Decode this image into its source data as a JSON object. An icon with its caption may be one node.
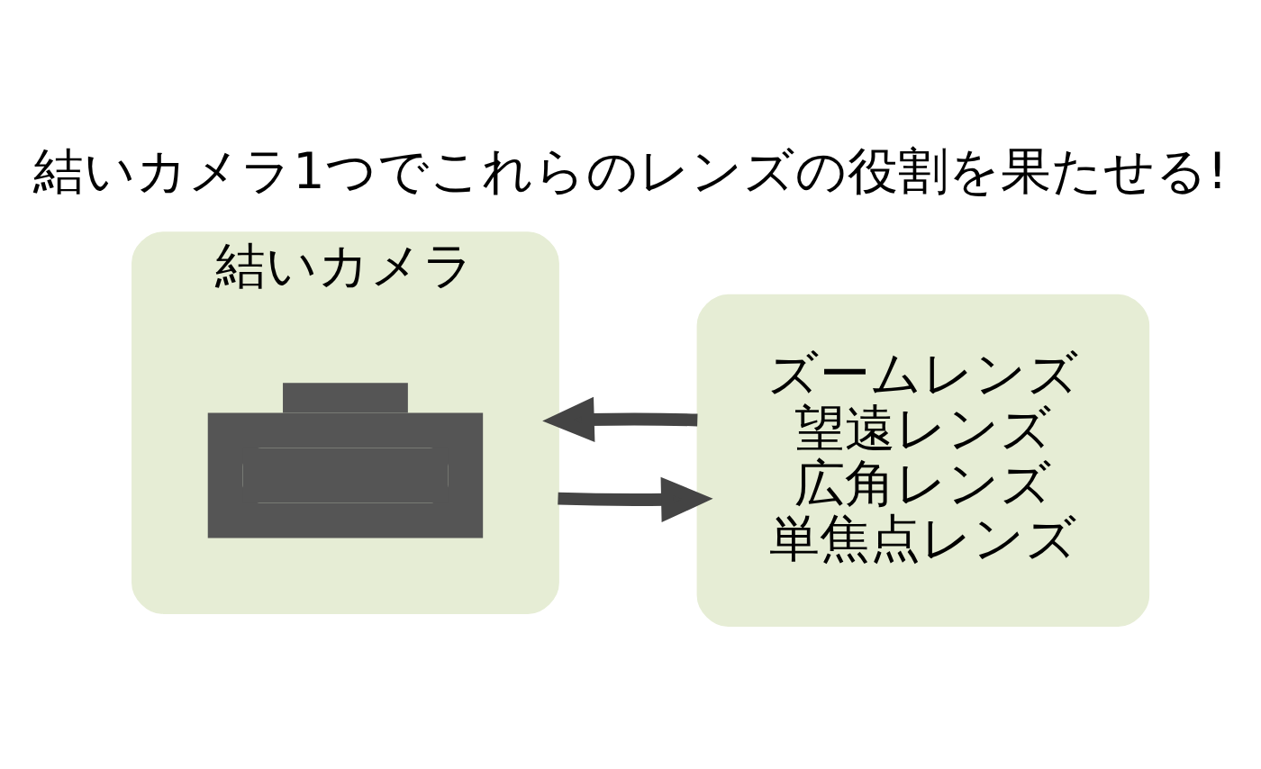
{
  "diagram": {
    "title": "結いカメラ1つでこれらのレンズの役割を果たせる!",
    "nodes": [
      {
        "text": [
          "結いカメラ"
        ]
      },
      {
        "text": [],
        "shape": "picture",
        "in": 0
      },
      {
        "text": [
          "ズームレンズ",
          "望遠レンズ",
          "広角レンズ",
          "単焦点レンズ"
        ]
      }
    ],
    "edges": [
      {
        "from": 0,
        "to": 2,
        "arrow": "to"
      },
      {
        "from": 2,
        "to": 0,
        "arrow": "to"
      }
    ]
  }
}
